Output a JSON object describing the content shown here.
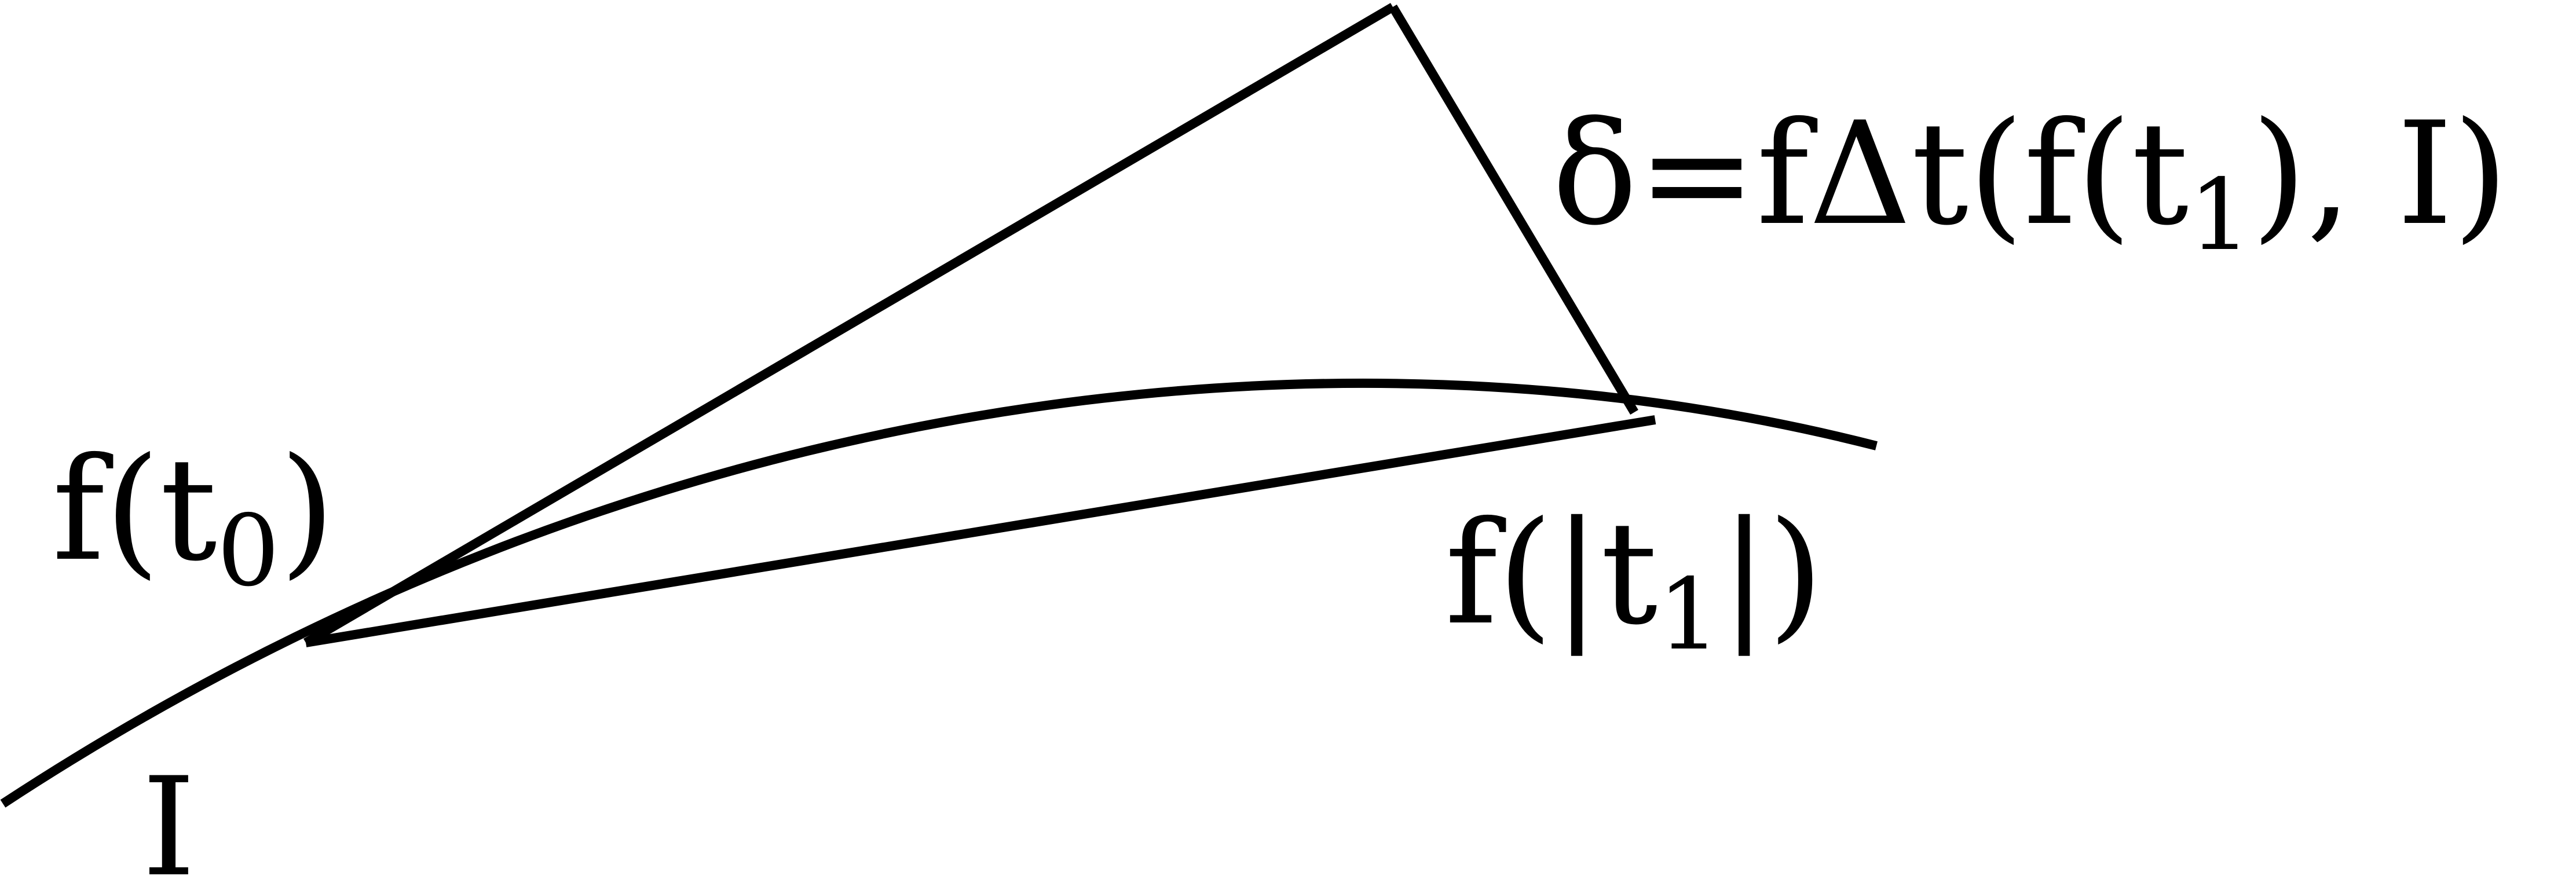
{
  "labels": {
    "curve_name": "I",
    "start_point": {
      "main": "f(t",
      "sub": "0",
      "close": ")"
    },
    "end_point": {
      "main": "f(|t",
      "sub": "1",
      "close": "|)"
    },
    "delta_formula": {
      "lhs": "δ",
      "eq": "=",
      "rhs_prefix": "fΔt(f(t",
      "sub": "1",
      "rhs_suffix": "), I)"
    }
  }
}
